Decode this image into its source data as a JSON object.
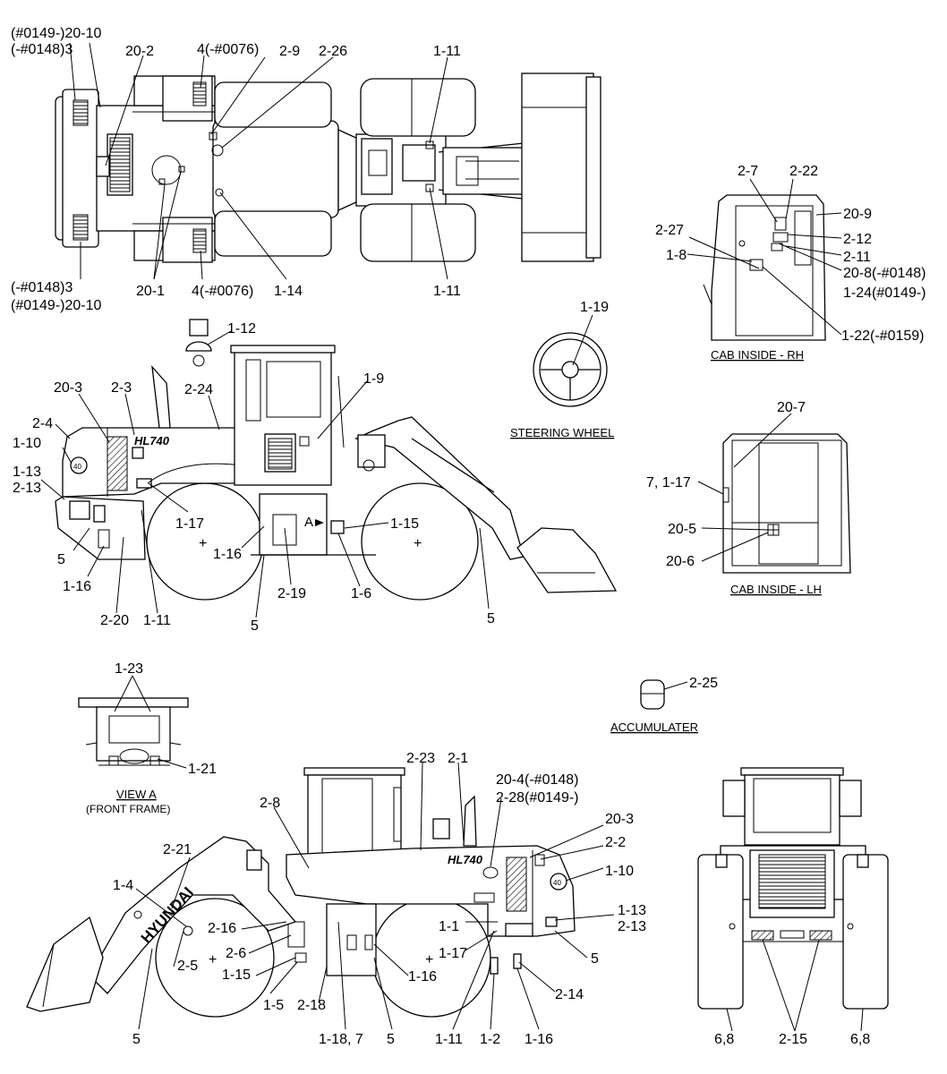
{
  "captions": {
    "cab_inside_rh": "CAB INSIDE - RH",
    "steering_wheel": "STEERING WHEEL",
    "cab_inside_lh": "CAB INSIDE - LH",
    "accumulater": "ACCUMULATER",
    "view_a": "VIEW A",
    "front_frame": "(FRONT FRAME)"
  },
  "decals": {
    "model_name": "HL740",
    "brand": "HYUNDAI",
    "arrow_a": "A"
  },
  "labels": {
    "top": [
      "(#0149-)20-10",
      "(-#0148)3",
      "20-2",
      "4(-#0076)",
      "2-9",
      "2-26",
      "1-11",
      "(-#0148)3",
      "(#0149-)20-10",
      "20-1",
      "4(-#0076)",
      "1-14",
      "1-11"
    ],
    "cab_rh": [
      "2-7",
      "2-22",
      "20-9",
      "2-27",
      "2-12",
      "1-8",
      "2-11",
      "20-8(-#0148)",
      "1-24(#0149-)",
      "1-22(-#0159)"
    ],
    "steering": [
      "1-19"
    ],
    "cab_lh": [
      "20-7",
      "7, 1-17",
      "20-5",
      "20-6"
    ],
    "side_lh": [
      "1-12",
      "2-24",
      "20-3",
      "2-3",
      "1-9",
      "2-4",
      "1-10",
      "1-13",
      "2-13",
      "1-17",
      "1-15",
      "1-16",
      "5",
      "1-16",
      "2-19",
      "1-6",
      "5",
      "2-20",
      "1-11",
      "5"
    ],
    "view_a": [
      "1-23",
      "1-21"
    ],
    "accumulator": [
      "2-25"
    ],
    "side_rh": [
      "2-23",
      "2-1",
      "20-4(-#0148)",
      "2-28(#0149-)",
      "2-8",
      "20-3",
      "2-2",
      "2-21",
      "1-10",
      "1-4",
      "1-13",
      "2-13",
      "1-1",
      "2-16",
      "1-17",
      "2-6",
      "5",
      "2-5",
      "1-15",
      "1-16",
      "2-14",
      "1-5",
      "2-18",
      "5",
      "1-18, 7",
      "5",
      "1-11",
      "1-2",
      "1-16"
    ],
    "rear": [
      "6,8",
      "2-15",
      "6,8"
    ]
  }
}
